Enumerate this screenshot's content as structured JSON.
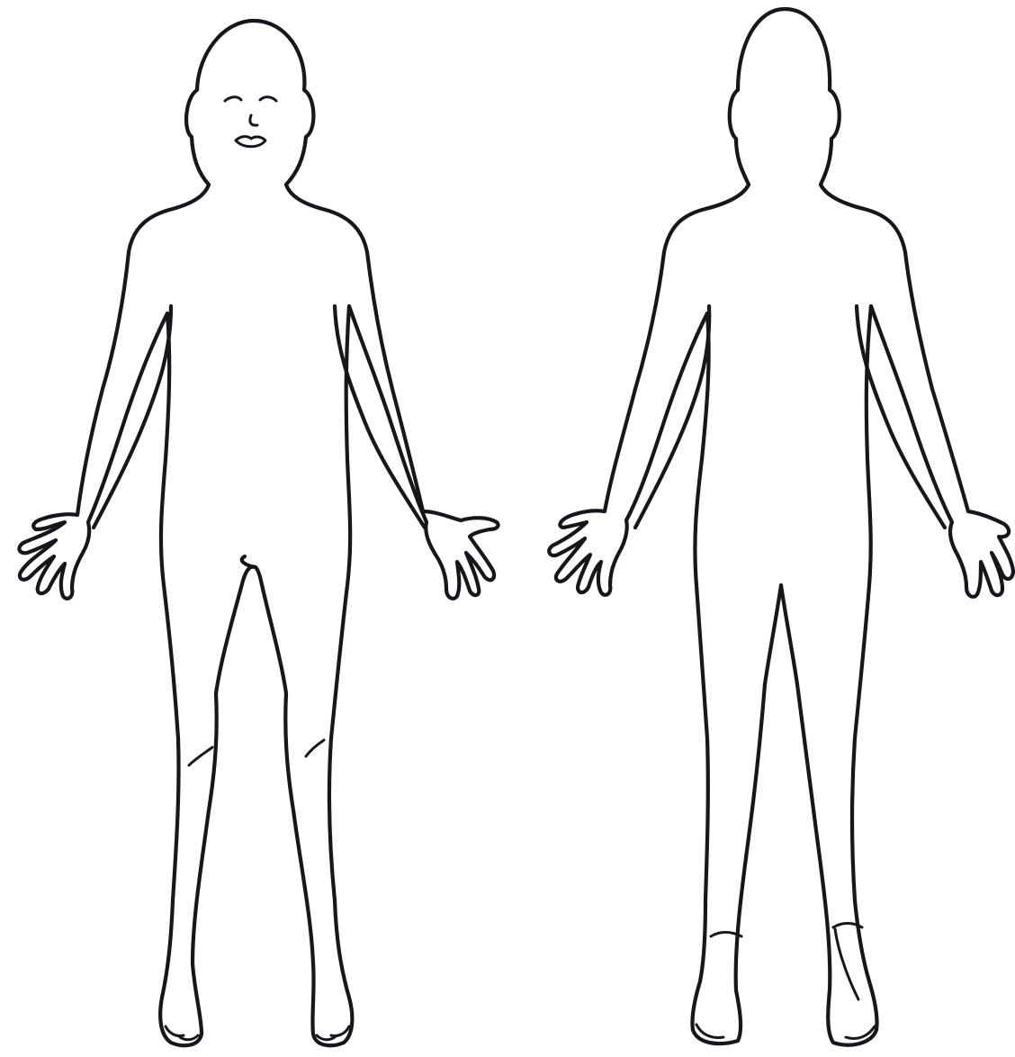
{
  "figures": [
    {
      "view": "anterior",
      "icon": "body-front-outline"
    },
    {
      "view": "posterior",
      "icon": "body-back-outline"
    }
  ],
  "colors": {
    "background": "#ffffff",
    "line": "#16161d"
  }
}
